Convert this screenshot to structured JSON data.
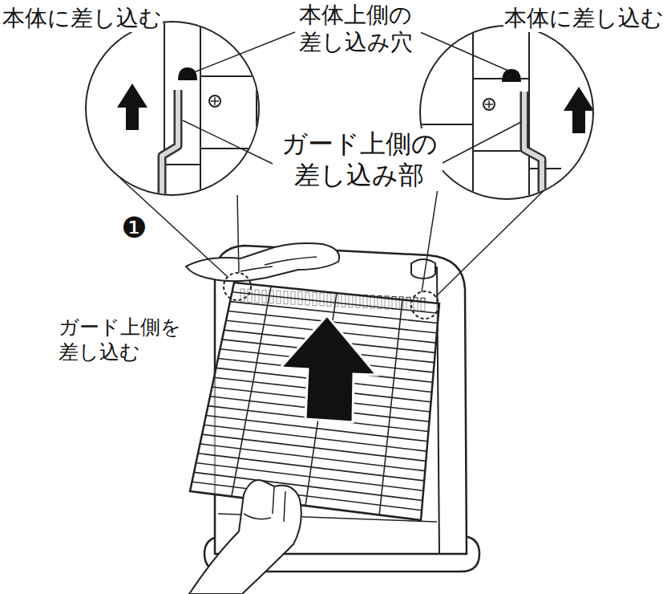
{
  "diagram": {
    "labels": [
      "本体に差し込む",
      "本体上側の 差し込み穴",
      "本体に差し込む",
      "ガード上側の 差し込み部",
      "❶",
      "ガード上側を 差し込む"
    ]
  }
}
